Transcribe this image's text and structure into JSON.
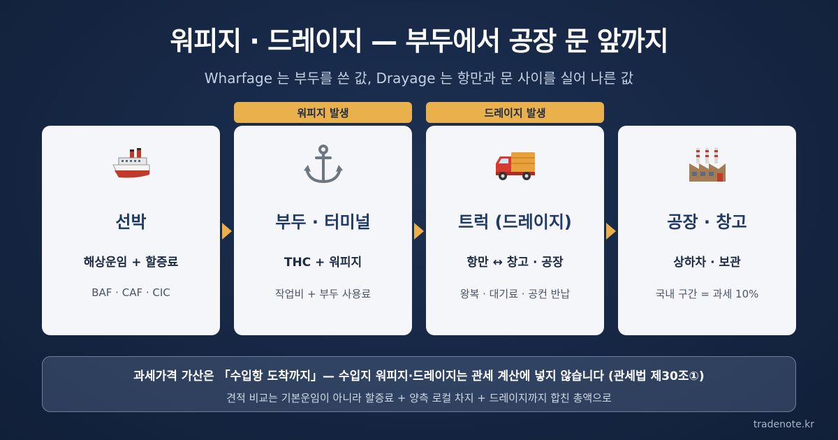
{
  "title": "워피지 · 드레이지 — 부두에서 공장 문 앞까지",
  "subtitle": "Wharfage 는 부두를 쓴 값, Drayage 는 항만과 문 사이를 실어 나른 값",
  "tags": {
    "wharfage": "워피지 발생",
    "drayage": "드레이지 발생"
  },
  "cards": [
    {
      "title": "선박",
      "sub": "해상운임 + 할증료",
      "note": "BAF · CAF · CIC",
      "icon": "ship-icon"
    },
    {
      "title": "부두 · 터미널",
      "sub": "THC + 워피지",
      "note": "작업비 + 부두 사용료",
      "icon": "anchor-icon"
    },
    {
      "title": "트럭 (드레이지)",
      "sub": "항만 ↔ 창고 · 공장",
      "note": "왕복 · 대기료 · 공컨 반납",
      "icon": "truck-icon"
    },
    {
      "title": "공장 · 창고",
      "sub": "상하차 · 보관",
      "note": "국내 구간 = 과세 10%",
      "icon": "factory-icon"
    }
  ],
  "notice": {
    "main": "과세가격 가산은 「수입항 도착까지」— 수입지 워피지·드레이지는 관세 계산에 넣지 않습니다 (관세법 제30조①)",
    "sub": "견적 비교는 기본운임이 아니라 할증료 + 양측 로컬 차지 + 드레이지까지 합친 총액으로"
  },
  "footer": "tradenote.kr",
  "colors": {
    "background": "#162744",
    "accent": "#e9b04c",
    "card": "#f4f6f9",
    "card_title": "#1f3a66"
  }
}
